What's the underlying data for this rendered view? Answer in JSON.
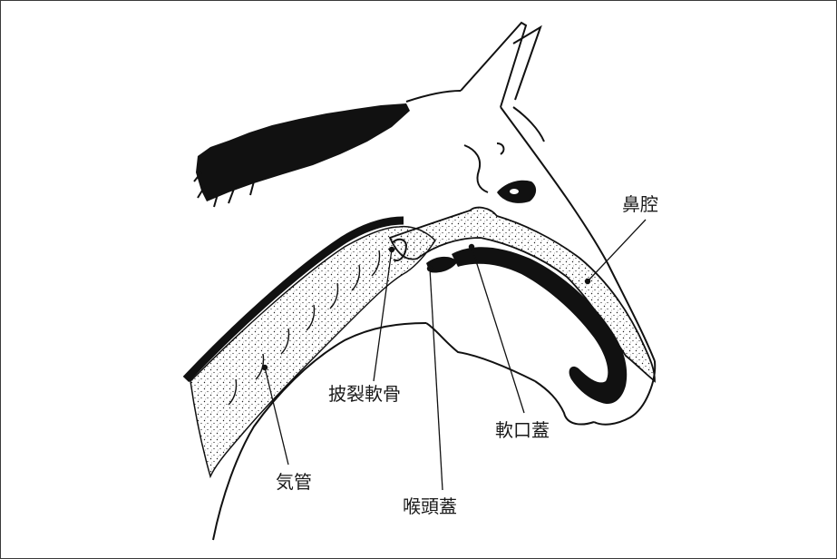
{
  "labels": {
    "nasal_cavity": "鼻腔",
    "arytenoid_cartilage": "披裂軟骨",
    "soft_palate": "軟口蓋",
    "trachea": "気管",
    "epiglottis": "喉頭蓋"
  }
}
